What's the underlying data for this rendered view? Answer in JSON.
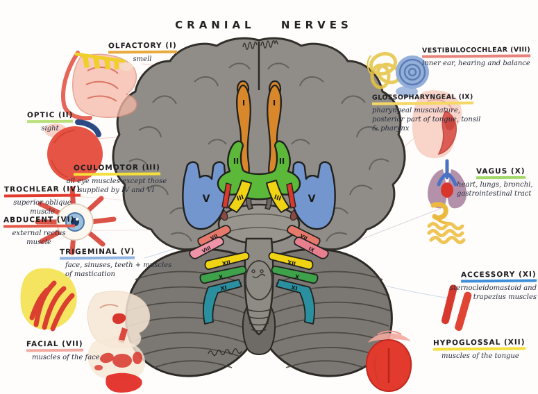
{
  "title": "CRANIAL NERVES",
  "labels": {
    "olfactory": {
      "name": "OLFACTORY (I)",
      "desc": "smell",
      "underline_color": "#e8a93d"
    },
    "optic": {
      "name": "OPTIC (II)",
      "desc": "sight",
      "underline_color": "#b9e07a"
    },
    "oculomotor": {
      "name": "OCULOMOTOR (III)",
      "desc": "all eye muscles except those supplied by IV and VI",
      "underline_color": "#f5df3a"
    },
    "trochlear": {
      "name": "TROCHLEAR (IV)",
      "desc": "superior oblique muscle",
      "underline_color": "#e23b2e"
    },
    "abducent": {
      "name": "ABDUCENT (VI)",
      "desc": "external rectus muscle",
      "underline_color": "#e2584a"
    },
    "trigeminal": {
      "name": "TRIGEMINAL (V)",
      "desc": "face, sinuses, teeth + muscles of mastication",
      "underline_color": "#8fb4e3"
    },
    "facial": {
      "name": "FACIAL (VII)",
      "desc": "muscles of the face.",
      "underline_color": "#f2aba3"
    },
    "vestibulocochlear": {
      "name": "VESTIBULOCOCHLEAR (VIII)",
      "desc": "inner ear, hearing and balance",
      "underline_color": "#e8837b"
    },
    "glossopharyngeal": {
      "name": "GLOSSOPHARYNGEAL (IX)",
      "desc": "pharyngeal musculature, posterior part of tongue, tonsil & pharynx",
      "underline_color": "#f5d765"
    },
    "vagus": {
      "name": "VAGUS (X)",
      "desc": "heart, lungs, bronchi, gastrointestinal tract",
      "underline_color": "#a3d96a"
    },
    "accessory": {
      "name": "ACCESSORY (XI)",
      "desc": "sternocleidomastoid and trapezius muscles",
      "underline_color": "#3f8fd9"
    },
    "hypoglossal": {
      "name": "HYPOGLOSSAL (XII)",
      "desc": "muscles of the tongue",
      "underline_color": "#f5df3a"
    }
  },
  "nerve_numerals": {
    "I": "I",
    "II": "II",
    "III": "III",
    "V": "V",
    "VII": "VII",
    "VIII": "VIII",
    "IX": "IX",
    "X": "X",
    "XI": "XI",
    "XII": "XII"
  },
  "nerve_colors": {
    "I": "#d9872b",
    "II": "#5cb838",
    "III": "#f0d414",
    "IV": "#d63a2e",
    "V": "#7396cf",
    "VII": "#e5796b",
    "VIII": "#ef93a8",
    "IX": "#e87f8f",
    "X": "#3da24a",
    "XI": "#2a8f9f",
    "XII": "#f0d414"
  },
  "organ_icons": [
    "nose-sketch-icon",
    "eyeball-icon",
    "eye-muscles-icon",
    "jaw-muscle-icon",
    "face-sinuses-icon",
    "facial-muscles-icon",
    "inner-ear-icon",
    "pharynx-tongue-icon",
    "lungs-heart-icon",
    "gi-tract-icon",
    "neck-muscles-icon",
    "tongue-icon"
  ]
}
